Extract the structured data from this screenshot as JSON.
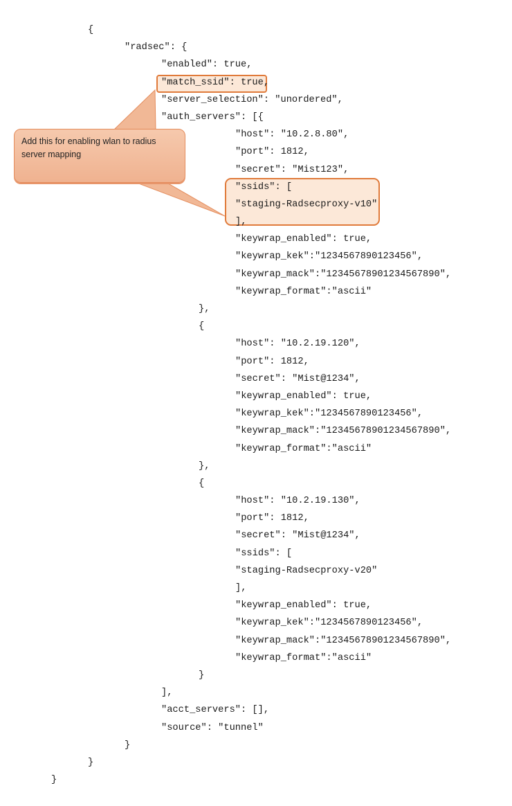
{
  "callout": {
    "text": "Add this for enabling wlan to radius server mapping"
  },
  "colors": {
    "callout_fill": "#f3bf9f",
    "callout_border": "#e48c5c",
    "highlight_fill": "#fce8d8",
    "highlight_border": "#e07a3a"
  },
  "code_lines": [
    {
      "level": 1,
      "text": "{"
    },
    {
      "level": 2,
      "text": "\"radsec\": {"
    },
    {
      "level": 3,
      "text": "\"enabled\": true,"
    },
    {
      "level": 3,
      "text": "\"match_ssid\": true,"
    },
    {
      "level": 3,
      "text": "\"server_selection\": \"unordered\","
    },
    {
      "level": 3,
      "text": "\"auth_servers\": [{"
    },
    {
      "level": 5,
      "text": "\"host\": \"10.2.8.80\","
    },
    {
      "level": 5,
      "text": "\"port\": 1812,"
    },
    {
      "level": 5,
      "text": "\"secret\": \"Mist123\","
    },
    {
      "level": 5,
      "text": "\"ssids\": ["
    },
    {
      "level": 5,
      "text": "\"staging-Radsecproxy-v10\""
    },
    {
      "level": 5,
      "text": "],"
    },
    {
      "level": 5,
      "text": "\"keywrap_enabled\": true,"
    },
    {
      "level": 5,
      "text": "\"keywrap_kek\":\"1234567890123456\","
    },
    {
      "level": 5,
      "text": "\"keywrap_mack\":\"12345678901234567890\","
    },
    {
      "level": 5,
      "text": "\"keywrap_format\":\"ascii\""
    },
    {
      "level": 4,
      "text": "},"
    },
    {
      "level": 4,
      "text": "{"
    },
    {
      "level": 5,
      "text": "\"host\": \"10.2.19.120\","
    },
    {
      "level": 5,
      "text": "\"port\": 1812,"
    },
    {
      "level": 5,
      "text": "\"secret\": \"Mist@1234\","
    },
    {
      "level": 5,
      "text": "\"keywrap_enabled\": true,"
    },
    {
      "level": 5,
      "text": "\"keywrap_kek\":\"1234567890123456\","
    },
    {
      "level": 5,
      "text": "\"keywrap_mack\":\"12345678901234567890\","
    },
    {
      "level": 5,
      "text": "\"keywrap_format\":\"ascii\""
    },
    {
      "level": 4,
      "text": "},"
    },
    {
      "level": 4,
      "text": "{"
    },
    {
      "level": 5,
      "text": "\"host\": \"10.2.19.130\","
    },
    {
      "level": 5,
      "text": "\"port\": 1812,"
    },
    {
      "level": 5,
      "text": "\"secret\": \"Mist@1234\","
    },
    {
      "level": 5,
      "text": "\"ssids\": ["
    },
    {
      "level": 5,
      "text": "\"staging-Radsecproxy-v20\""
    },
    {
      "level": 5,
      "text": "],"
    },
    {
      "level": 5,
      "text": "\"keywrap_enabled\": true,"
    },
    {
      "level": 5,
      "text": "\"keywrap_kek\":\"1234567890123456\","
    },
    {
      "level": 5,
      "text": "\"keywrap_mack\":\"12345678901234567890\","
    },
    {
      "level": 5,
      "text": "\"keywrap_format\":\"ascii\""
    },
    {
      "level": 4,
      "text": "}"
    },
    {
      "level": 3,
      "text": "],"
    },
    {
      "level": 3,
      "text": "\"acct_servers\": [],"
    },
    {
      "level": 3,
      "text": "\"source\": \"tunnel\""
    },
    {
      "level": 2,
      "text": "}"
    },
    {
      "level": 1,
      "text": "}"
    },
    {
      "level": 0,
      "text": "}"
    }
  ]
}
